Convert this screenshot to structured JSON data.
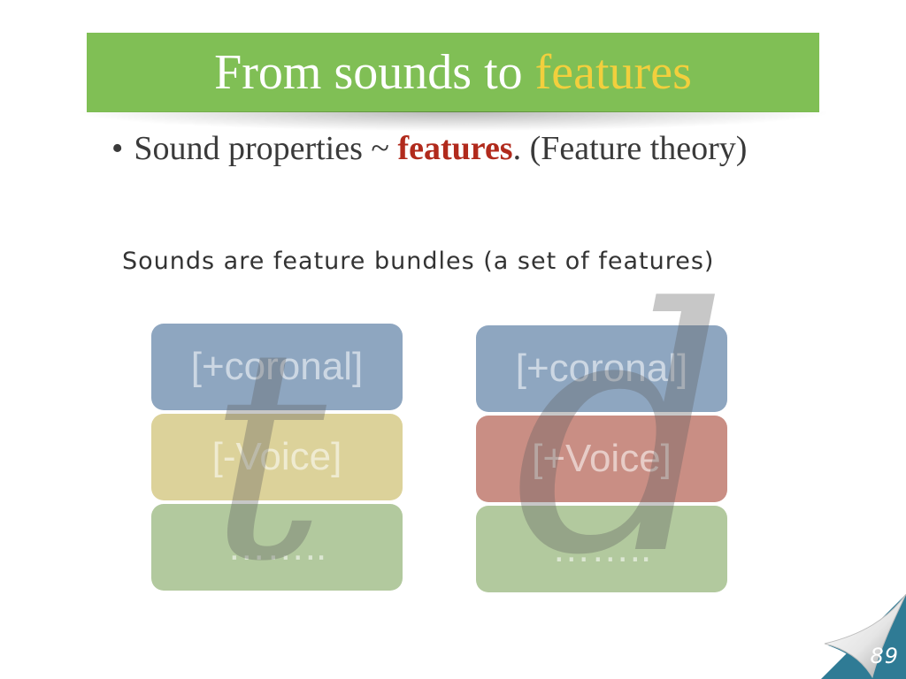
{
  "title": {
    "prefix": "From sounds to ",
    "accent": "features",
    "banner_color": "#80bf55",
    "accent_color": "#f2cf3d"
  },
  "bullet": {
    "prefix": "Sound properties ~ ",
    "keyword": "features",
    "suffix": ". (Feature theory)",
    "keyword_color": "#b12a1c"
  },
  "subtitle": "Sounds are feature bundles (a set of features)",
  "bundles": [
    {
      "letter": "t",
      "features": [
        {
          "label": "[+coronal]",
          "color": "#8ea6c0"
        },
        {
          "label": "[-Voice]",
          "color": "#dcd29a"
        },
        {
          "label": "……..",
          "color": "#b2c99e"
        }
      ]
    },
    {
      "letter": "d",
      "features": [
        {
          "label": "[+coronal]",
          "color": "#8ea6c0"
        },
        {
          "label": "[+Voice]",
          "color": "#c98e84"
        },
        {
          "label": "……..",
          "color": "#b2c99e"
        }
      ]
    }
  ],
  "page_number": "89",
  "icons": {
    "page_curl": "page-curl-icon"
  }
}
